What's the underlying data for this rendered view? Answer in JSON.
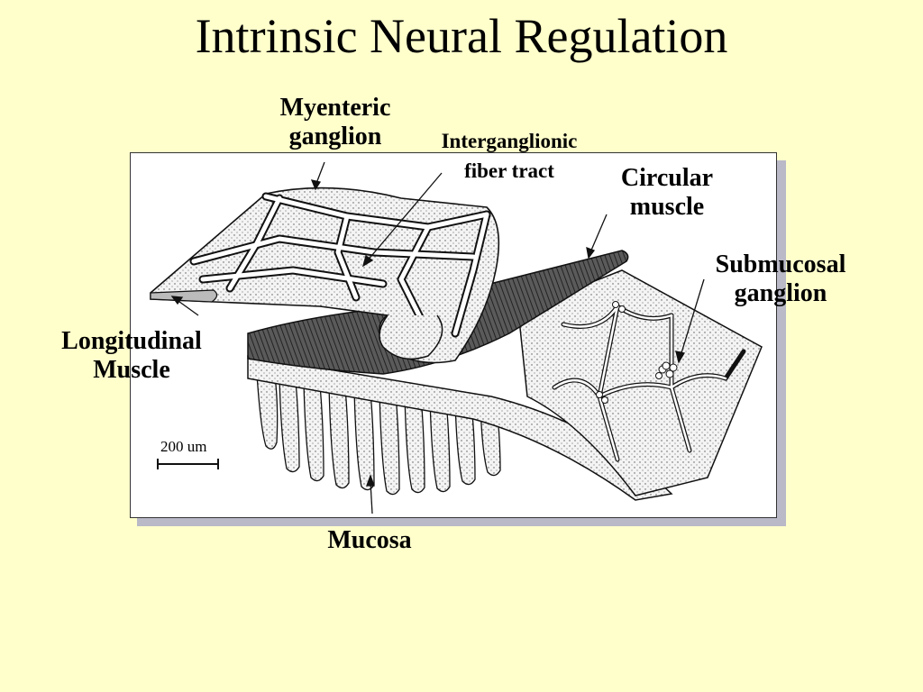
{
  "slide": {
    "title": "Intrinsic Neural Regulation"
  },
  "labels": {
    "myenteric_line1": "Myenteric",
    "myenteric_line2": "ganglion",
    "interganglionic_line1": "Interganglionic",
    "interganglionic_line2": "fiber tract",
    "circular_line1": "Circular",
    "circular_line2": "muscle",
    "submucosal_line1": "Submucosal",
    "submucosal_line2": "ganglion",
    "longitudinal_line1": "Longitudinal",
    "longitudinal_line2": "Muscle",
    "mucosa": "Mucosa",
    "scale_bar": "200 um"
  },
  "colors": {
    "background": "#ffffcc",
    "figure_background": "#ffffff",
    "ink": "#000000"
  }
}
